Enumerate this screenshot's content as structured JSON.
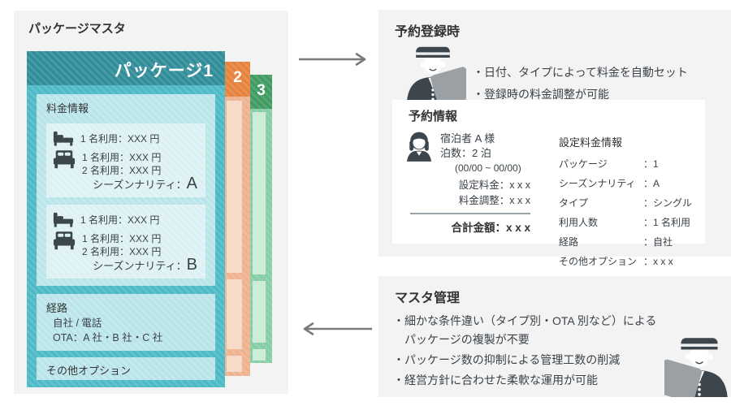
{
  "left": {
    "title": "パッケージマスタ",
    "package1": {
      "header": "パッケージ1",
      "fee_section": {
        "title": "料金情報",
        "cards": [
          {
            "single_row": "1 名利用：XXX 円",
            "double_row1": "1 名利用：XXX 円",
            "double_row2": "2 名利用：XXX 円",
            "season_label": "シーズンナリティ：",
            "season_value": "A"
          },
          {
            "single_row": "1 名利用：XXX 円",
            "double_row1": "1 名利用：XXX 円",
            "double_row2": "2 名利用：XXX 円",
            "season_label": "シーズンナリティ：",
            "season_value": "B"
          }
        ]
      },
      "route_section": {
        "title": "経路",
        "line1": "自社 / 電話",
        "line2": "OTA：A 社・B 社・C 社"
      },
      "other_section": {
        "title": "その他オプション"
      }
    },
    "stacked_cards": [
      {
        "number": "2"
      },
      {
        "number": "3"
      }
    ]
  },
  "reservation": {
    "title": "予約登録時",
    "bullet1": "・日付、タイプによって料金を自動セット",
    "bullet2": "・登録時の料金調整が可能",
    "info_box": {
      "title": "予約情報",
      "guest": {
        "line1": "宿泊者 A 様",
        "line2": "泊数：2 泊",
        "line3": "(00/00 ~ 00/00)"
      },
      "fees": {
        "set": "設定料金：x x x",
        "adjust": "料金調整：x x x",
        "total": "合計金額：x x x"
      },
      "fee_info": {
        "title": "設定料金情報",
        "rows": [
          {
            "label": "パッケージ",
            "value": "：1"
          },
          {
            "label": "シーズンナリティ",
            "value": "：A"
          },
          {
            "label": "タイプ",
            "value": "：シングル"
          },
          {
            "label": "利用人数",
            "value": "：1 名利用"
          },
          {
            "label": "経路",
            "value": "：自社"
          },
          {
            "label": "その他オプション",
            "value": "：x x x"
          }
        ]
      }
    }
  },
  "master": {
    "title": "マスタ管理",
    "bullet1_line1": "・細かな条件違い（タイプ別・OTA 別など）による",
    "bullet1_line2": "パッケージの複製が不要",
    "bullet2": "・パッケージ数の抑制による管理工数の削減",
    "bullet3": "・経営方針に合わせた柔軟な運用が可能"
  },
  "colors": {
    "teal_header": "#2f8c99",
    "teal_body": "#4bb9c6",
    "light_blue_box": "#b7e4e9",
    "lighter_blue_card": "#dcf1f4",
    "orange_header": "#e6823c",
    "orange_body": "#eeb28f",
    "orange_inner": "#f7dbc8",
    "green_header": "#3f9b61",
    "green_body": "#85cda4",
    "green_inner": "#cdecd9",
    "panel_gray": "#f3f3f3",
    "arrow_gray": "#7a7a7a",
    "icon_dark": "#3d464d",
    "text_dark": "#333333"
  }
}
